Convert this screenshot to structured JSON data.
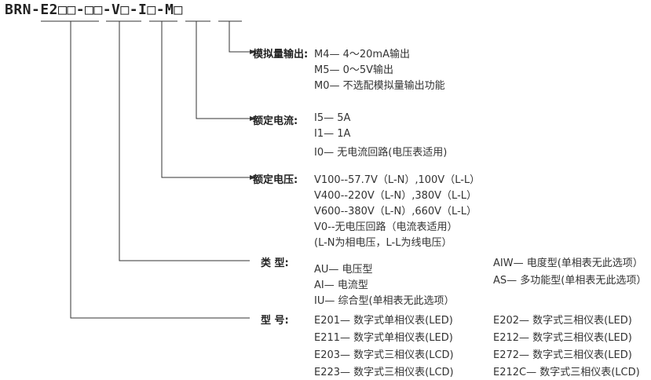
{
  "model_code": "BRN-E2□□-□□-V□-I□-M□",
  "sections": {
    "analog": {
      "label": "模拟量输出:",
      "options": [
        "M4— 4～20mA输出",
        "M5— 0～5V输出",
        "M0— 不选配模拟量输出功能"
      ]
    },
    "current": {
      "label": "额定电流:",
      "options": [
        "I5— 5A",
        "I1— 1A",
        "I0— 无电流回路(电压表适用)"
      ]
    },
    "voltage": {
      "label": "额定电压:",
      "options": [
        "V100--57.7V（L-N）,100V（L-L）",
        "V400--220V（L-N）,380V（L-L）",
        "V600--380V（L-N）,660V（L-L）",
        "V0--无电压回路（电流表适用）",
        "(L-N为相电压，L-L为线电压）"
      ]
    },
    "type": {
      "label": "类    型:",
      "options_left": [
        "AU— 电压型",
        "AI— 电流型",
        "IU— 综合型(单相表无此选项）"
      ],
      "options_right": [
        "AIW— 电度型(单相表无此选项）",
        "AS— 多功能型(单相表无此选项）"
      ]
    },
    "model": {
      "label": "型    号:",
      "options_left": [
        "E201— 数字式单相仪表(LED)",
        "E211— 数字式单相仪表(LED)",
        "E203— 数字式三相仪表(LCD)",
        "E223— 数字式三相仪表(LCD)"
      ],
      "options_right": [
        "E202— 数字式三相仪表(LED)",
        "E212— 数字式三相仪表(LED)",
        "E272— 数字式三相仪表(LED)",
        "E212C— 数字式三相仪表(LCD)"
      ]
    }
  }
}
